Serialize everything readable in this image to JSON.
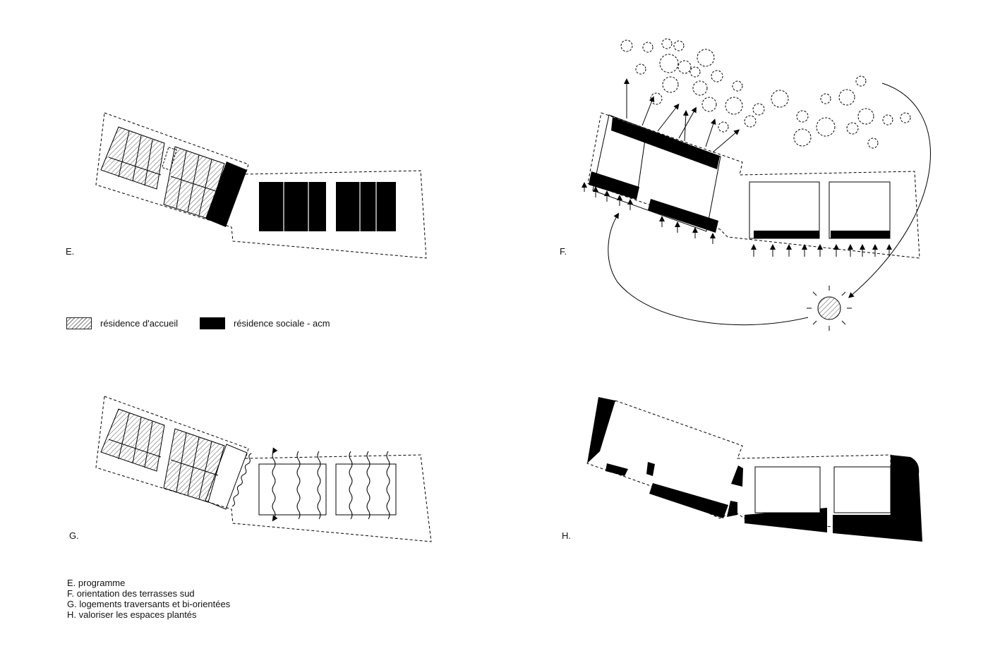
{
  "panels": [
    {
      "letter": "E."
    },
    {
      "letter": "F."
    },
    {
      "letter": "G."
    },
    {
      "letter": "H."
    }
  ],
  "legend": [
    {
      "label": "résidence d'accueil",
      "style": "hatched"
    },
    {
      "label": "résidence sociale - acm",
      "style": "solid-black"
    }
  ],
  "captions": [
    "E.  programme",
    "F.  orientation des terrasses sud",
    "G.  logements traversants et bi-orientées",
    "H.  valoriser les espaces plantés"
  ],
  "colors": {
    "ink": "#000000",
    "background": "#ffffff",
    "hatch": "#777777"
  }
}
